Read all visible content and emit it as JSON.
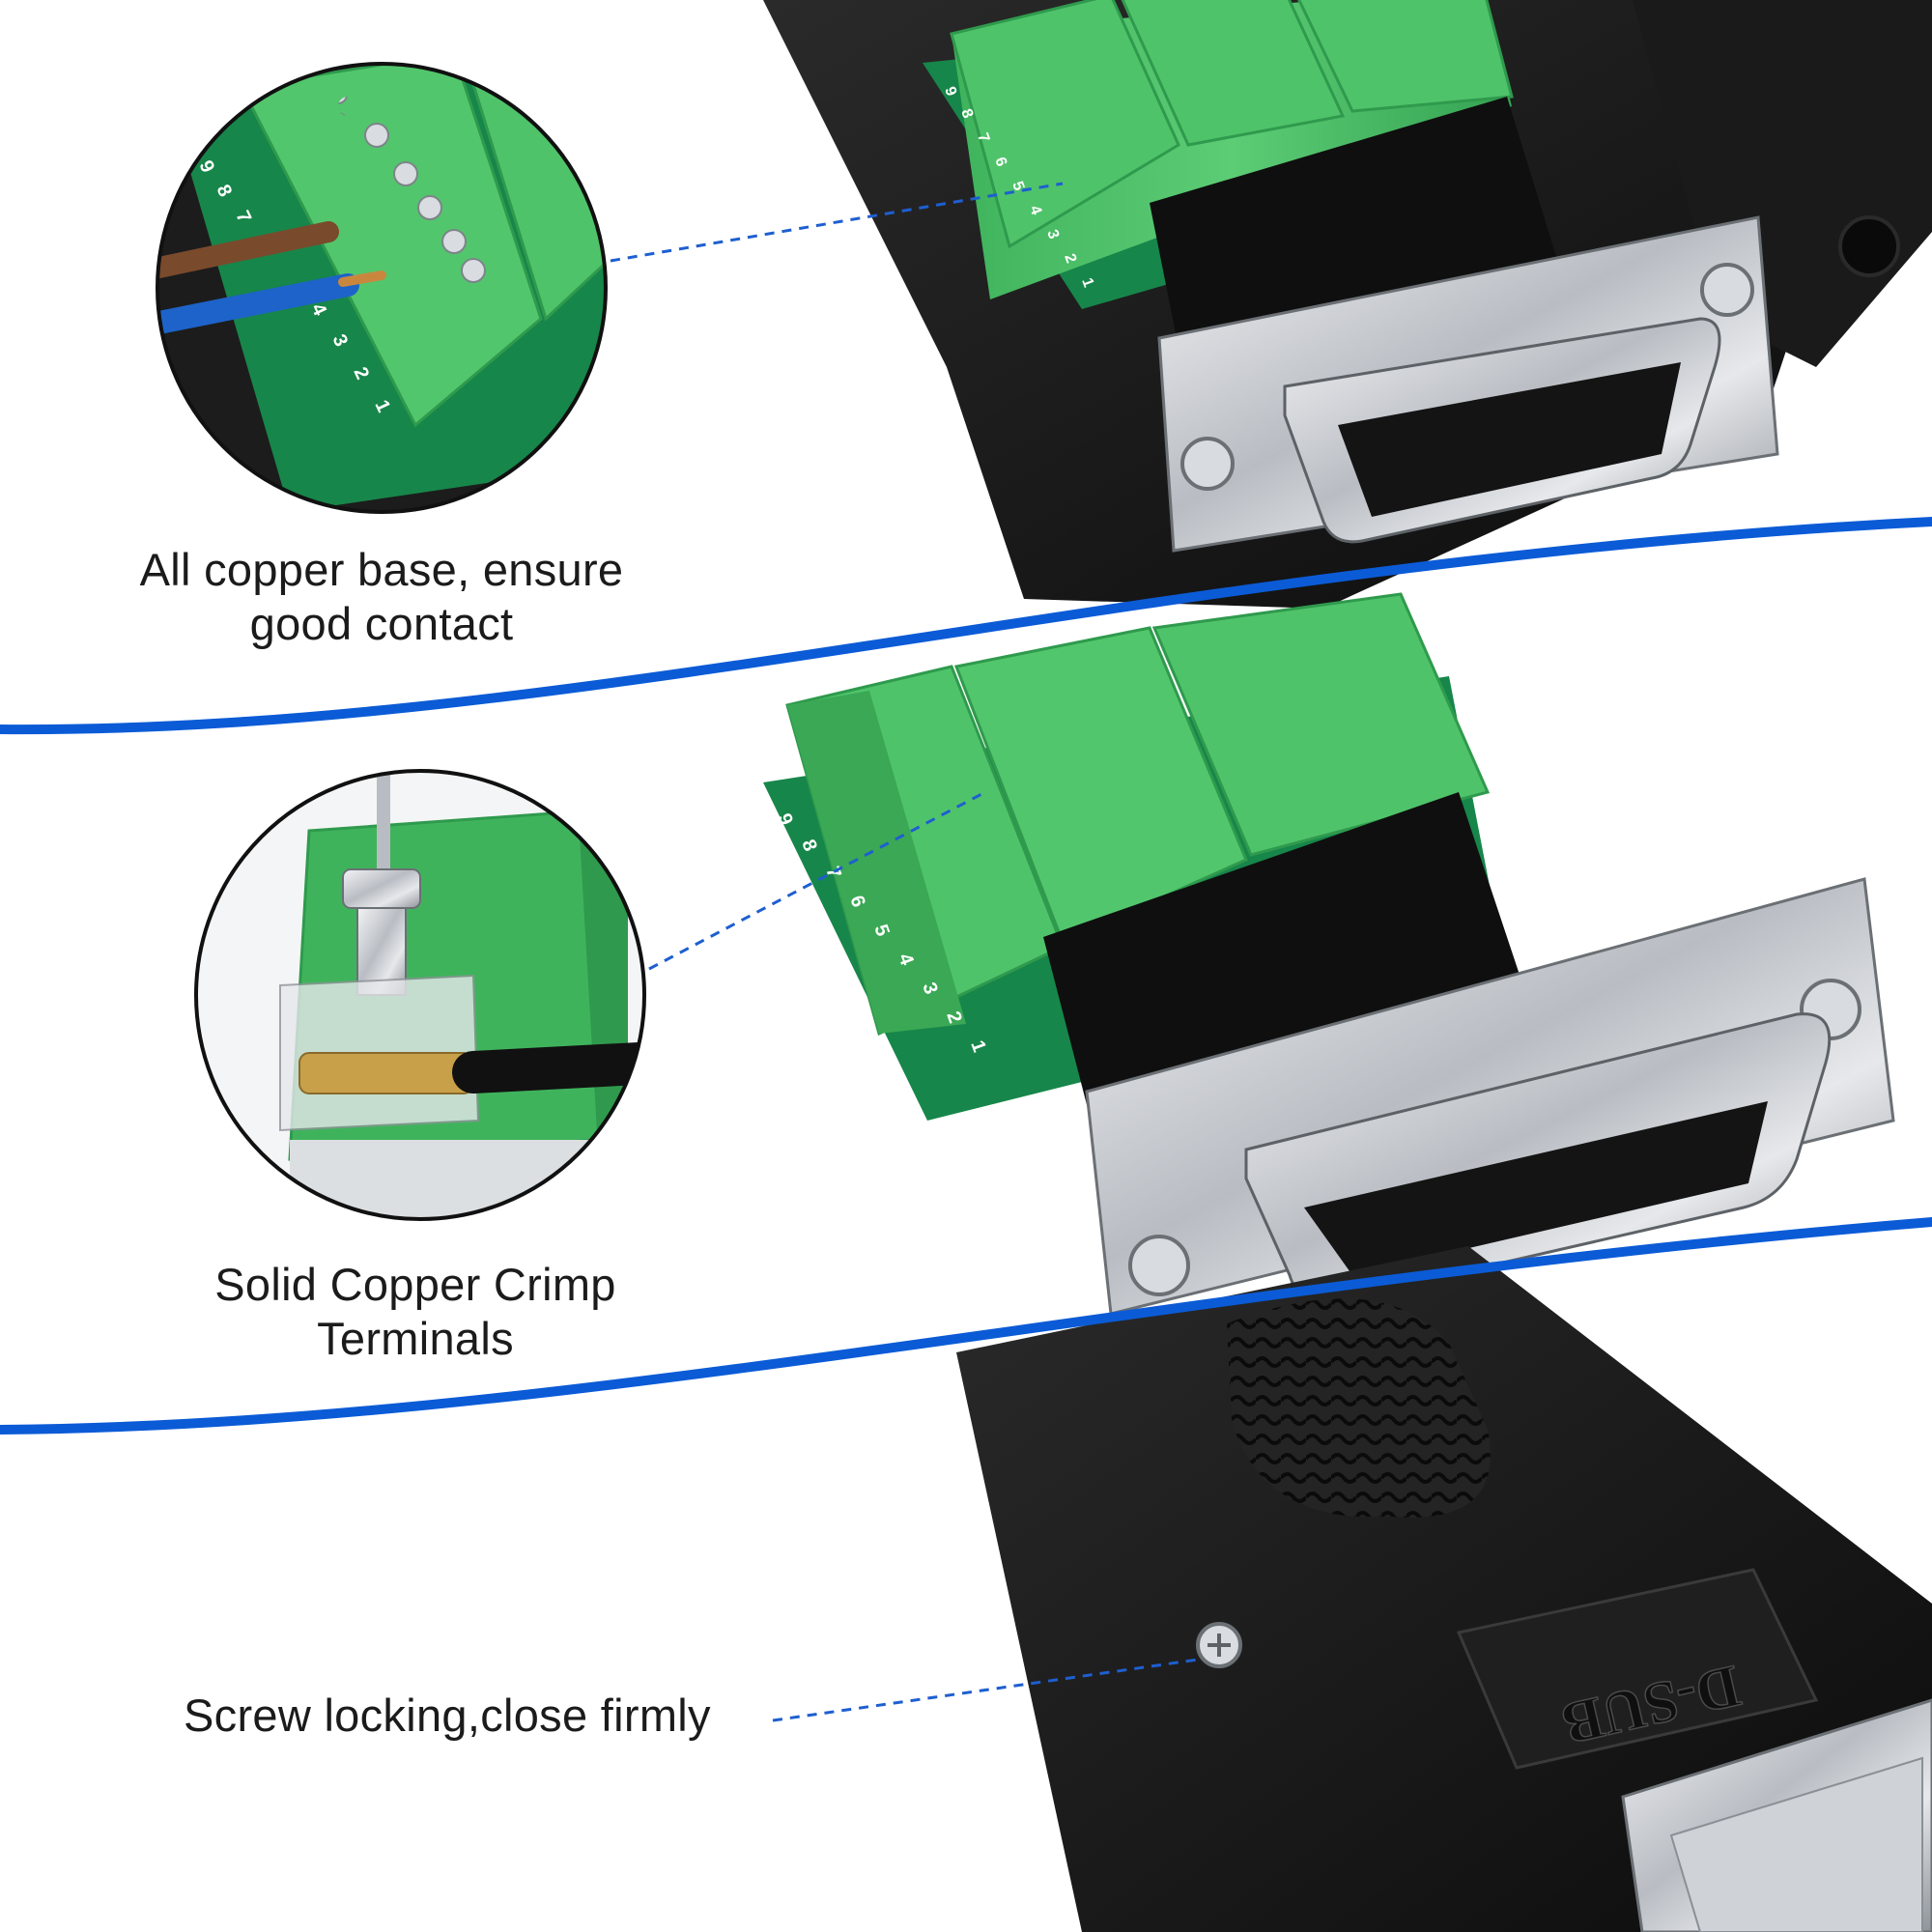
{
  "features": [
    {
      "id": "base",
      "lines": [
        "All copper base, ensure",
        "good contact"
      ]
    },
    {
      "id": "crimp",
      "lines": [
        "Solid Copper Crimp",
        "Terminals"
      ]
    },
    {
      "id": "screw",
      "lines": [
        "Screw locking,close firmly"
      ]
    }
  ],
  "pcb_pin_labels": [
    "9",
    "8",
    "7",
    "6",
    "5",
    "4",
    "3",
    "2",
    "1"
  ],
  "housing_emboss": "D-SUB",
  "colors": {
    "terminal_green": "#4fc36a",
    "terminal_green_dark": "#2f9a4d",
    "pcb_green": "#17864a",
    "housing_black": "#141414",
    "metal_silver": "#c9ccd0",
    "pin_gold": "#c9a04a",
    "curve_blue": "#0b5bd6",
    "leader_blue": "#1e5fd0",
    "text": "#1b1b1b"
  }
}
